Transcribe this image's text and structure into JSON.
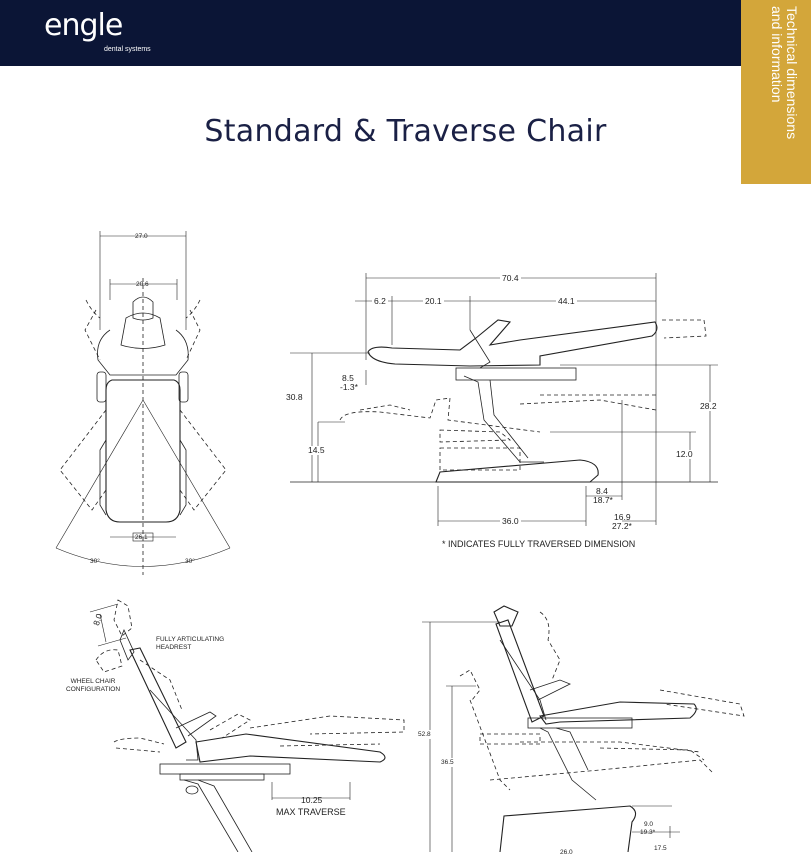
{
  "header": {
    "logo_text": "engle",
    "logo_subtext": "dental systems",
    "side_tab": "Technical dimensions\nand information"
  },
  "page_title": "Standard & Traverse Chair",
  "top_view": {
    "dims": [
      "27.0",
      "20.6",
      "26.1"
    ],
    "angles": [
      "30°",
      "30°"
    ]
  },
  "side_view": {
    "dims": [
      "70.4",
      "6.2",
      "20.1",
      "44.1",
      "8.5",
      "-1.3*",
      "30.8",
      "28.2",
      "14.5",
      "12.0",
      "8.4",
      "18.7*",
      "36.0",
      "16.9",
      "27.2*"
    ],
    "footnote": "* INDICATES FULLY TRAVERSED DIMENSION"
  },
  "bottom_left": {
    "dim_headrest": "8.0",
    "label_headrest": "FULLY ARTICULATING\nHEADREST",
    "label_wheelchair": "WHEEL CHAIR\nCONFIGURATION",
    "dim_traverse": "10.25",
    "label_traverse": "MAX TRAVERSE"
  },
  "bottom_right": {
    "dims": [
      "52.8",
      "36.5",
      "9.0",
      "19.3*",
      "17.5",
      "26.0"
    ]
  }
}
